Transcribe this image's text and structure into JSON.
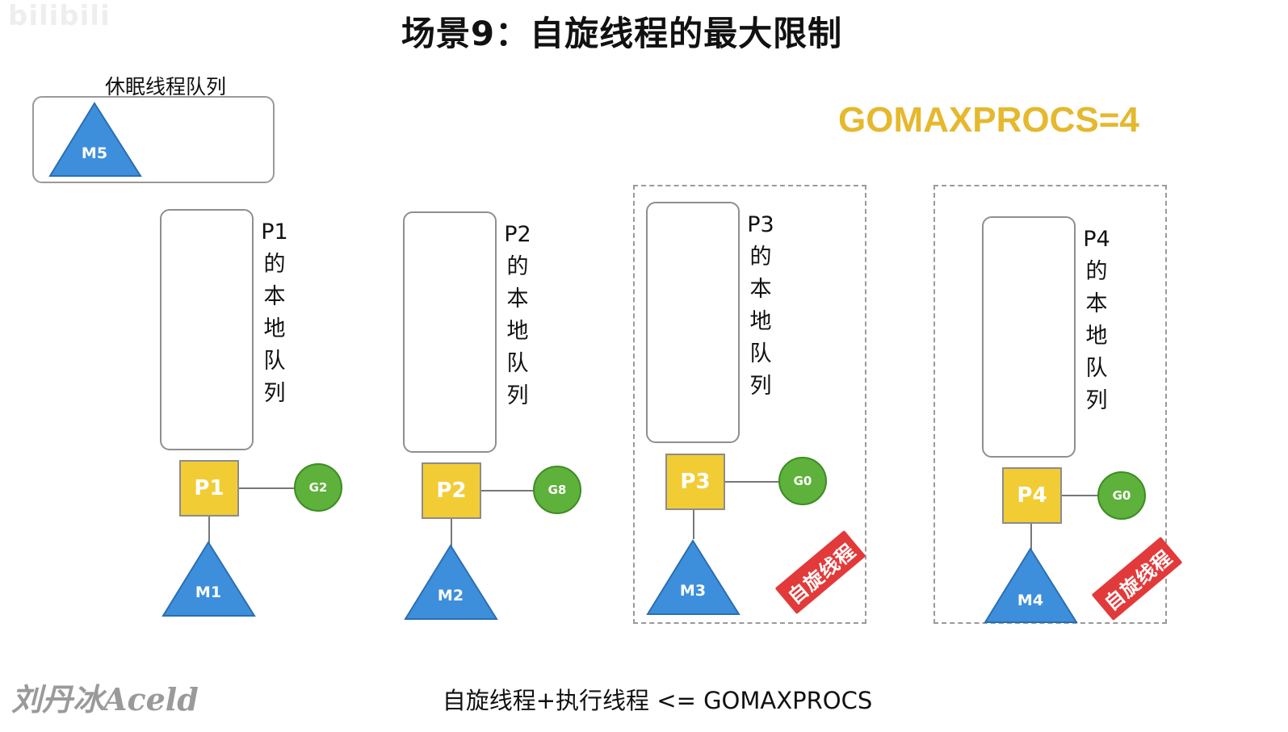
{
  "logo_text": "bilibili",
  "title": "场景9：自旋线程的最大限制",
  "gomaxprocs": "GOMAXPROCS=4",
  "sleep_queue": {
    "label": "休眠线程队列",
    "m": "M5"
  },
  "groups": [
    {
      "p": "P1",
      "queue_chars": [
        "P1",
        "的",
        "本",
        "地",
        "队",
        "列"
      ],
      "g": "G2",
      "m": "M1",
      "spinning": false
    },
    {
      "p": "P2",
      "queue_chars": [
        "P2",
        "的",
        "本",
        "地",
        "队",
        "列"
      ],
      "g": "G8",
      "m": "M2",
      "spinning": false
    },
    {
      "p": "P3",
      "queue_chars": [
        "P3",
        "的",
        "本",
        "地",
        "队",
        "列"
      ],
      "g": "G0",
      "m": "M3",
      "spinning": true,
      "stamp": "自旋线程"
    },
    {
      "p": "P4",
      "queue_chars": [
        "P4",
        "的",
        "本",
        "地",
        "队",
        "列"
      ],
      "g": "G0",
      "m": "M4",
      "spinning": true,
      "stamp": "自旋线程"
    }
  ],
  "footer": "自旋线程+执行线程 <= GOMAXPROCS",
  "signature": "刘丹冰Aceld",
  "colors": {
    "p_fill": "#f2cc35",
    "g_fill": "#5eb13a",
    "m_fill": "#3d8fdc",
    "stamp_fill": "#e23a3a",
    "gomax": "#e5b82d"
  }
}
